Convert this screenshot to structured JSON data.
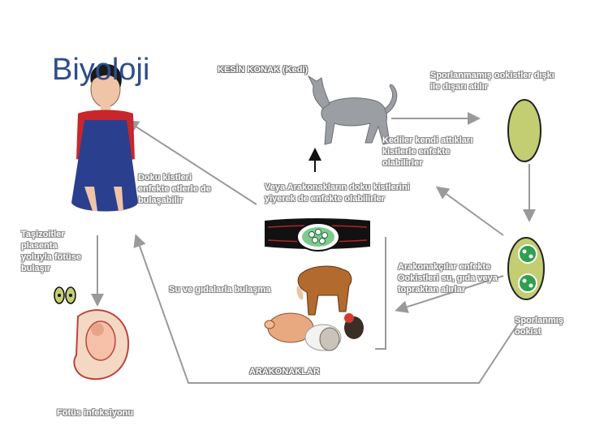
{
  "title": "Biyoloji",
  "labels": {
    "definitive_host": "KESİN KONAK (Kedi)",
    "unsporulated_oocyst": "Sporlanmamış ookistler dışkı\nile dışarı atılır",
    "cats_reinfect": "Kediler kendi attıkları\nkistlerle enfekte\nolabilirler",
    "tissue_cysts": "Doku kistleri\nenfekte etlerle de\nbulaşabilir",
    "intermediate_tissue": "Veya Arakonakların doku kistlerini\nyiyerek de enfekte olabilirler",
    "tachyzoites": "Taşizoitler\nplasenta\nyoluyla fötüse\nbulaşır",
    "food_water": "Su ve gıdalarla bulaşma",
    "intermediate_infect": "Arakonakçılar enfekte\nOokistleri su, gıda veya\ntopraktan alırlar",
    "sporulated_oocyst": "Sporlanmış\nookist",
    "intermediate_hosts": "ARAKONAKLAR",
    "fetal_infection": "Fötüs infeksiyonu"
  },
  "colors": {
    "title": "#2e4d8c",
    "oocyst_fill": "#c3cd72",
    "arrow": "#9a9a9a",
    "dress": "#2b3f8f",
    "shirt": "#c7272b"
  },
  "icons": [
    "cat-icon",
    "pregnant-woman-icon",
    "fetus-icon",
    "cow-icon",
    "pig-icon",
    "sheep-icon",
    "chicken-icon",
    "tissue-cyst-icon",
    "oocyst-icon"
  ]
}
